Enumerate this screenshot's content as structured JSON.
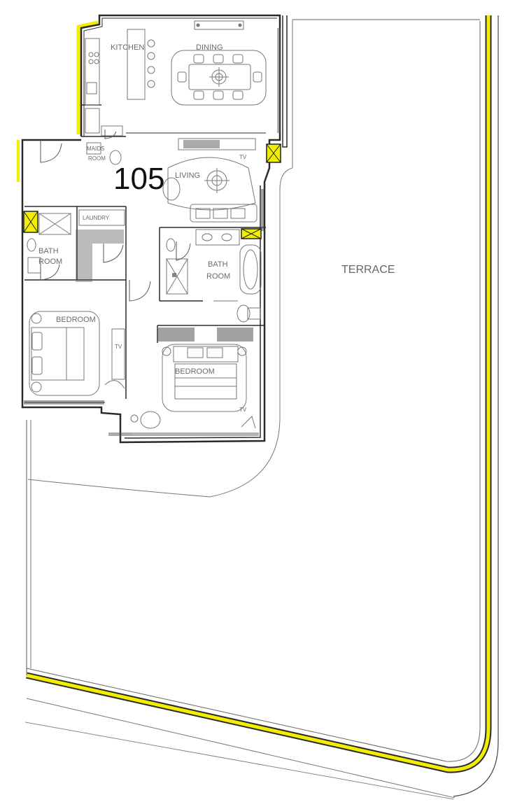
{
  "plan": {
    "unit_number": "105",
    "rooms": {
      "kitchen": "KITCHEN",
      "dining": "DINING",
      "living": "LIVING",
      "maid_room_line1": "MAIDS",
      "maid_room_line2": "ROOM",
      "laundry": "LAUNDRY",
      "bath_left_line1": "BATH",
      "bath_left_line2": "ROOM",
      "bath_main_line1": "BATH",
      "bath_main_line2": "ROOM",
      "bedroom_left": "BEDROOM",
      "bedroom_main": "BEDROOM",
      "terrace": "TERRACE"
    },
    "tv_labels": [
      "TV",
      "TV",
      "TV"
    ],
    "colors": {
      "terrace_edge": "#f2ee00",
      "shaft": "#f2ee00",
      "wall": "#2a2a2a"
    }
  }
}
